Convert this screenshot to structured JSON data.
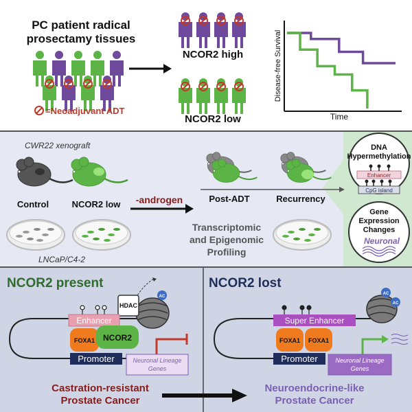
{
  "colors": {
    "green": "#5cb346",
    "purple": "#6f4a9c",
    "red": "#c0392b",
    "navy": "#1f2d5a",
    "orange": "#f07b1e",
    "pink_enhancer": "#e8a0b0",
    "purple_enhancer": "#a94fc0",
    "mid_bg": "#e6e9f4",
    "bottom_bg": "#cfd5e4",
    "mint": "#cfe8cf",
    "dark_green_text": "#2f6b2f",
    "maroon_text": "#8b1a1a",
    "violet_text": "#7b5fb3"
  },
  "top": {
    "title_line1": "PC patient radical",
    "title_line2": "prosectamy tissues",
    "legend": "=Neoadjuvant ADT",
    "group_high": "NCOR2 high",
    "group_low": "NCOR2 low",
    "ylabel": "Disease-free Survival",
    "xlabel": "Time"
  },
  "middle": {
    "xenograft": "CWR22 xenograft",
    "control": "Control",
    "ncor2_low": "NCOR2 low",
    "androgen": "-androgen",
    "post_adt": "Post-ADT",
    "recurrency": "Recurrency",
    "cell_line": "LNCaP/C4-2",
    "profiling_1": "Transcriptomic",
    "profiling_2": "and Epigenomic",
    "profiling_3": "Profiling",
    "dna_1": "DNA",
    "dna_2": "Hypermethylation",
    "enhancer_small": "Enhancer",
    "cpg": "CpG island",
    "gene_1": "Gene",
    "gene_2": "Expression",
    "gene_3": "Changes",
    "neuronal": "Neuronal"
  },
  "bottom": {
    "left_title": "NCOR2 present",
    "right_title": "NCOR2 lost",
    "enhancer": "Enhancer",
    "super_enhancer": "Super Enhancer",
    "foxa1": "FOXA1",
    "ncor2": "NCOR2",
    "hdac": "HDAC",
    "ac": "AC",
    "promoter": "Promoter",
    "genes_line1": "Neuronal Lineage",
    "genes_line2": "Genes",
    "left_outcome_1": "Castration-resistant",
    "left_outcome_2": "Prostate Cancer",
    "right_outcome_1": "Neuroendocrine-like",
    "right_outcome_2": "Prostate Cancer"
  },
  "chart_data": {
    "type": "line",
    "xlabel": "Time",
    "ylabel": "Disease-free Survival",
    "series": [
      {
        "name": "NCOR2 high",
        "x": [
          0,
          0.22,
          0.22,
          0.48,
          0.48,
          0.7,
          0.7,
          1.0
        ],
        "y": [
          1.0,
          1.0,
          0.92,
          0.92,
          0.75,
          0.75,
          0.6,
          0.6
        ]
      },
      {
        "name": "NCOR2 low",
        "x": [
          0,
          0.12,
          0.12,
          0.28,
          0.28,
          0.44,
          0.44,
          0.6,
          0.6,
          0.74,
          0.74
        ],
        "y": [
          1.0,
          1.0,
          0.78,
          0.78,
          0.56,
          0.56,
          0.45,
          0.45,
          0.24,
          0.24,
          0.0
        ]
      }
    ]
  }
}
